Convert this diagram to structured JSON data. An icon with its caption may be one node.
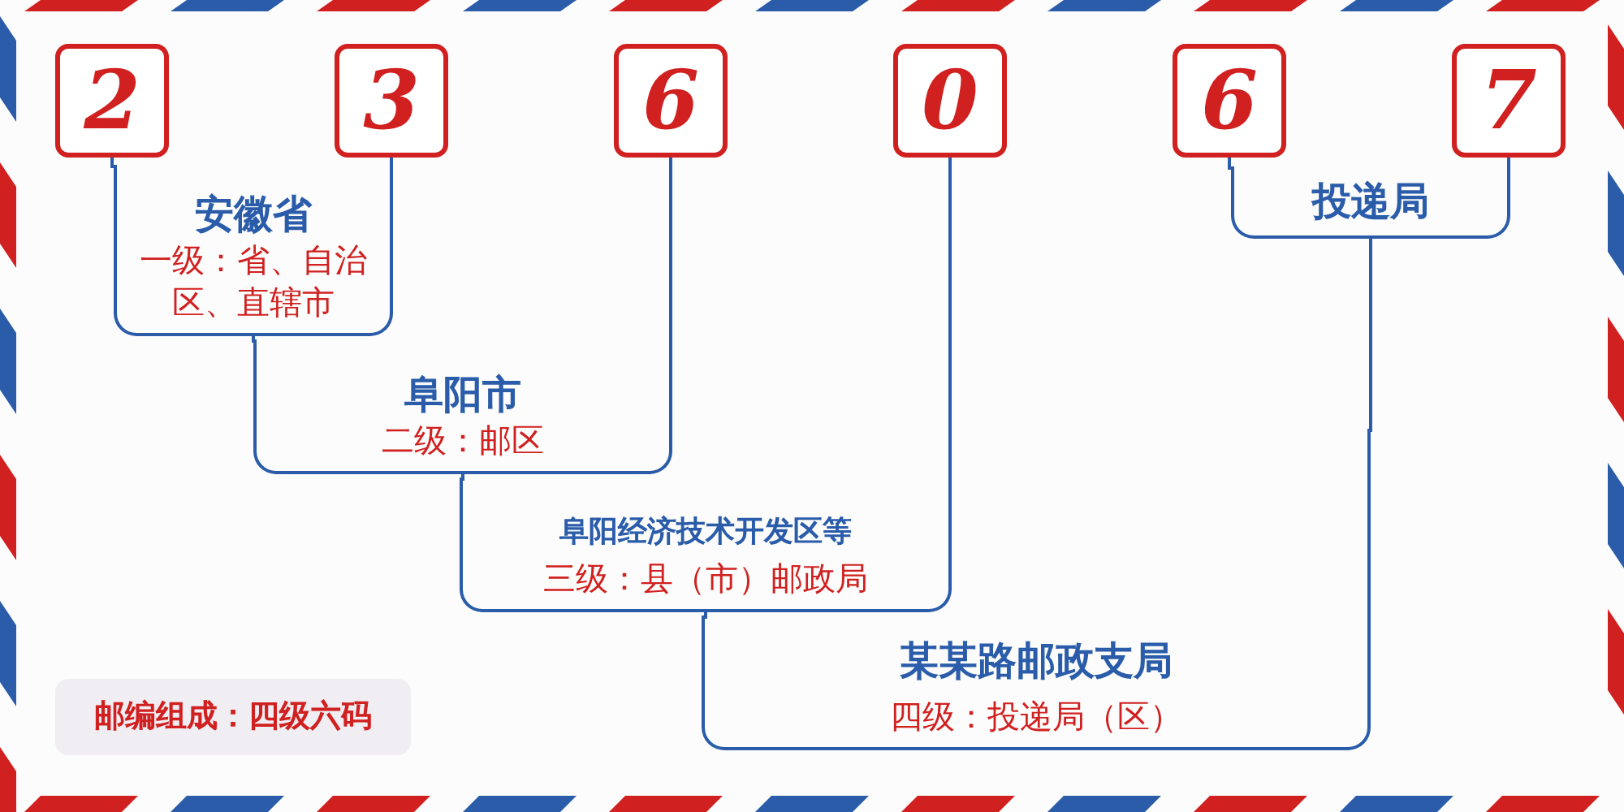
{
  "diagram": {
    "nodes": [
      {
        "text": [
          "2"
        ]
      },
      {
        "text": [
          "3"
        ]
      },
      {
        "text": [
          "6"
        ]
      },
      {
        "text": [
          "0"
        ]
      },
      {
        "text": [
          "6"
        ]
      },
      {
        "text": [
          "7"
        ]
      },
      {
        "text": [
          "安徽省",
          "一级：省、自治区、直辖市"
        ]
      },
      {
        "text": [
          "阜阳市",
          "二级：邮区"
        ]
      },
      {
        "text": [
          "阜阳经济技术开发区等",
          "三级：县（市）邮政局"
        ]
      },
      {
        "text": [
          "投递局"
        ]
      },
      {
        "text": [
          "某某路邮政支局",
          "四级：投递局（区）"
        ]
      },
      {
        "text": [
          "邮编组成：四级六码"
        ]
      }
    ],
    "edges": [
      {
        "from": 0,
        "to": 6,
        "arrow": "none"
      },
      {
        "from": 1,
        "to": 6,
        "arrow": "none"
      },
      {
        "from": 6,
        "to": 7,
        "arrow": "none"
      },
      {
        "from": 2,
        "to": 7,
        "arrow": "none"
      },
      {
        "from": 7,
        "to": 8,
        "arrow": "none"
      },
      {
        "from": 3,
        "to": 8,
        "arrow": "none"
      },
      {
        "from": 4,
        "to": 9,
        "arrow": "none"
      },
      {
        "from": 5,
        "to": 9,
        "arrow": "none"
      },
      {
        "from": 8,
        "to": 10,
        "arrow": "none"
      },
      {
        "from": 9,
        "to": 10,
        "arrow": "none"
      }
    ]
  }
}
